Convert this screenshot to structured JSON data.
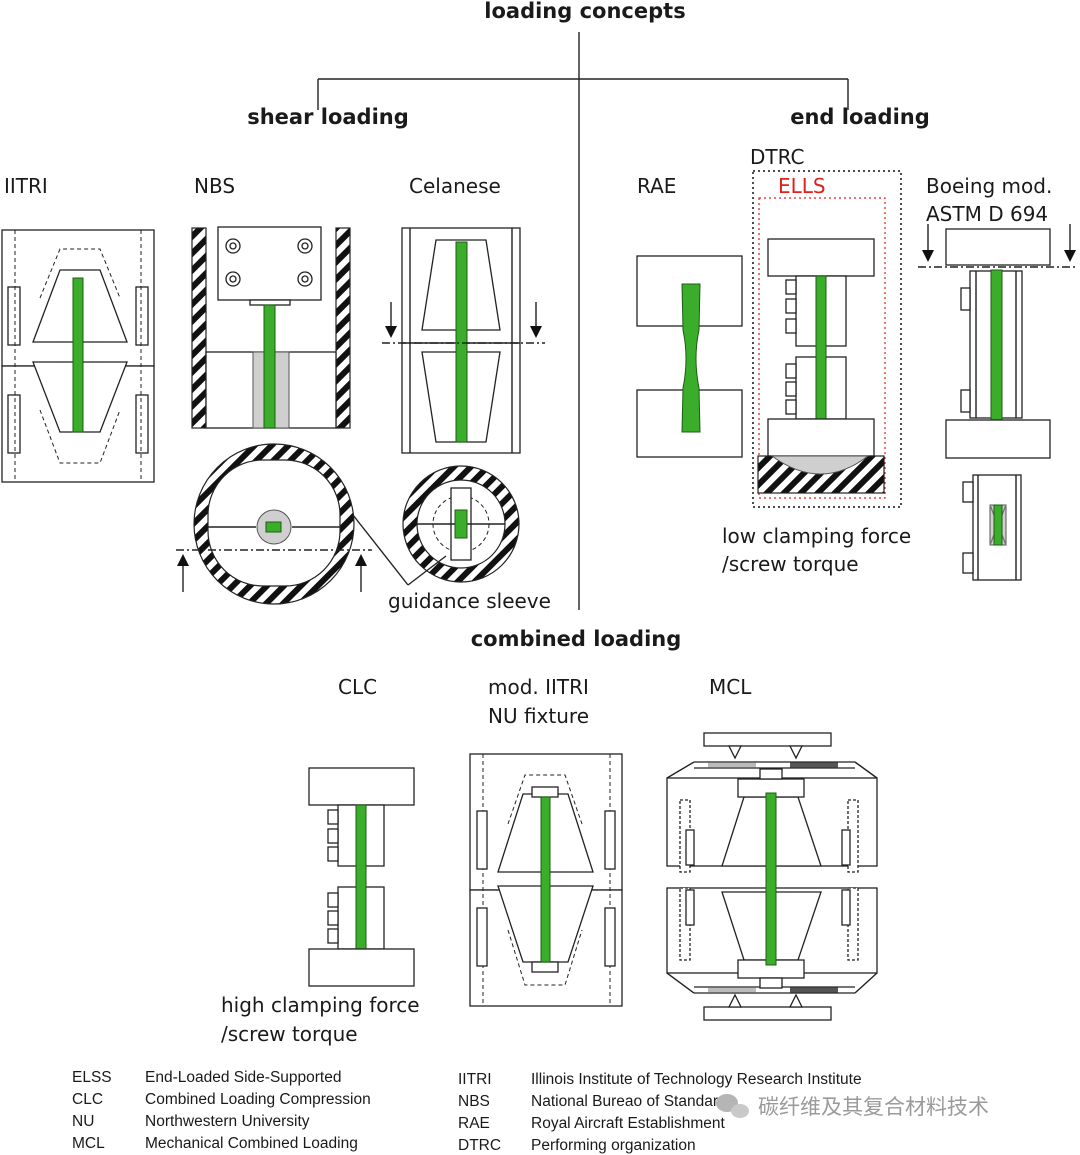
{
  "title": "loading concepts",
  "branches": {
    "shear": "shear loading",
    "end": "end loading",
    "combined": "combined loading"
  },
  "fixtures": {
    "iitri": "IITRI",
    "nbs": "NBS",
    "celanese": "Celanese",
    "rae": "RAE",
    "dtrc": "DTRC",
    "ells": "ELLS",
    "boeing_1": "Boeing mod.",
    "boeing_2": "ASTM D 694",
    "clc": "CLC",
    "mod_iitri_1": "mod. IITRI",
    "mod_iitri_2": "NU fixture",
    "mcl": "MCL"
  },
  "annotations": {
    "guidance_sleeve": "guidance sleeve",
    "low_clamp_1": "low clamping force",
    "low_clamp_2": "/screw torque",
    "high_clamp_1": "high clamping force",
    "high_clamp_2": "/screw torque"
  },
  "legend": {
    "left": [
      {
        "abbr": "ELSS",
        "desc": "End-Loaded Side-Supported"
      },
      {
        "abbr": "CLC",
        "desc": "Combined Loading Compression"
      },
      {
        "abbr": "NU",
        "desc": "Northwestern University"
      },
      {
        "abbr": "MCL",
        "desc": "Mechanical Combined Loading"
      }
    ],
    "right": [
      {
        "abbr": "IITRI",
        "desc": "Illinois Institute of Technology Research Institute"
      },
      {
        "abbr": "NBS",
        "desc": "National Bureao of Standard"
      },
      {
        "abbr": "RAE",
        "desc": "Royal Aircraft Establishment"
      },
      {
        "abbr": "DTRC",
        "desc": "Performing organization"
      }
    ]
  },
  "watermark": "碳纤维及其复合材料技术",
  "colors": {
    "specimen": "#3aae2a",
    "ells_frame": "#e0201b",
    "line": "#222222"
  }
}
